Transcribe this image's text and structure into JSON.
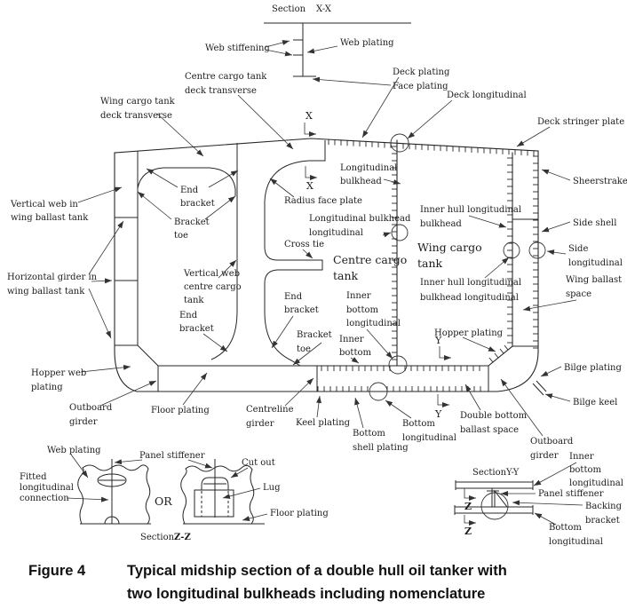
{
  "caption": {
    "tag": "Figure 4",
    "line1": "Typical midship section of a double hull oil tanker with",
    "line2": "two longitudinal bulkheads including nomenclature"
  },
  "markers": {
    "x": "X",
    "y": "Y",
    "z": "Z"
  },
  "detail_xx": {
    "title_word": "Section",
    "title_mark": "X-X",
    "web_stiffening": "Web stiffening",
    "web_plating": "Web plating",
    "face_plating": "Face plating"
  },
  "main": {
    "centre_deck_transverse": [
      "Centre cargo tank",
      "deck transverse"
    ],
    "wing_deck_transverse": [
      "Wing cargo tank",
      "deck transverse"
    ],
    "deck_plating": "Deck plating",
    "deck_longitudinal": "Deck longitudinal",
    "deck_stringer_plate": "Deck stringer plate",
    "sheerstrake": "Sheerstrake",
    "side_shell": "Side shell",
    "side_longitudinal": [
      "Side",
      "longitudinal"
    ],
    "wing_ballast_space": [
      "Wing ballast",
      "space"
    ],
    "bilge_plating": "Bilge plating",
    "bilge_keel": "Bilge keel",
    "vertical_web_wing": [
      "Vertical web in",
      "wing ballast tank"
    ],
    "horizontal_girder": [
      "Horizontal girder in",
      "wing ballast tank"
    ],
    "hopper_web_plating": [
      "Hopper web",
      "plating"
    ],
    "outboard_girder_left": [
      "Outboard",
      "girder"
    ],
    "end_bracket_top": [
      "End",
      "bracket"
    ],
    "bracket_toe_top": [
      "Bracket",
      "toe"
    ],
    "vertical_web_centre": [
      "Vertical web",
      "centre cargo",
      "tank"
    ],
    "end_bracket_left": [
      "End",
      "bracket"
    ],
    "floor_plating": "Floor plating",
    "centreline_girder": [
      "Centreline",
      "girder"
    ],
    "keel_plating": "Keel plating",
    "bottom_shell_plating": [
      "Bottom",
      "shell plating"
    ],
    "bottom_longitudinal": [
      "Bottom",
      "longitudinal"
    ],
    "double_bottom": [
      "Double bottom",
      "ballast space"
    ],
    "outboard_girder_right": [
      "Outboard",
      "girder"
    ],
    "longitudinal_bulkhead": [
      "Longitudinal",
      "bulkhead"
    ],
    "radius_face_plate": "Radius face plate",
    "lb_longitudinal": [
      "Longitudinal bulkhead",
      "longitudinal"
    ],
    "cross_tie": "Cross tie",
    "centre_cargo_tank": [
      "Centre cargo",
      "tank"
    ],
    "end_bracket_mid": [
      "End",
      "bracket"
    ],
    "bracket_toe_mid": [
      "Bracket",
      "toe"
    ],
    "inner_bottom_longitudinal": [
      "Inner",
      "bottom",
      "longitudinal"
    ],
    "inner_bottom": [
      "Inner",
      "bottom"
    ],
    "inner_hull_lb": [
      "Inner hull longitudinal",
      "bulkhead"
    ],
    "wing_cargo_tank": [
      "Wing cargo",
      "tank"
    ],
    "inner_hull_lb_long": [
      "Inner hull longitudinal",
      "bulkhead longitudinal"
    ],
    "hopper_plating": "Hopper plating"
  },
  "detail_yy": {
    "title_word": "Section",
    "title_mark": "Y-Y",
    "inner_bottom_longitudinal": [
      "Inner",
      "bottom",
      "longitudinal"
    ],
    "panel_stiffener": "Panel stiffener",
    "backing_bracket": [
      "Backing",
      "bracket"
    ],
    "bottom_longitudinal": [
      "Bottom",
      "longitudinal"
    ]
  },
  "detail_zz": {
    "title_word": "Section",
    "title_mark": "Z-Z",
    "web_plating": "Web plating",
    "panel_stiffener": "Panel stiffener",
    "cut_out": "Cut out",
    "fitted_longitudinal_connection": [
      "Fitted",
      "longitudinal",
      "connection"
    ],
    "or_word": "OR",
    "lug": "Lug",
    "floor_plating": "Floor plating"
  }
}
